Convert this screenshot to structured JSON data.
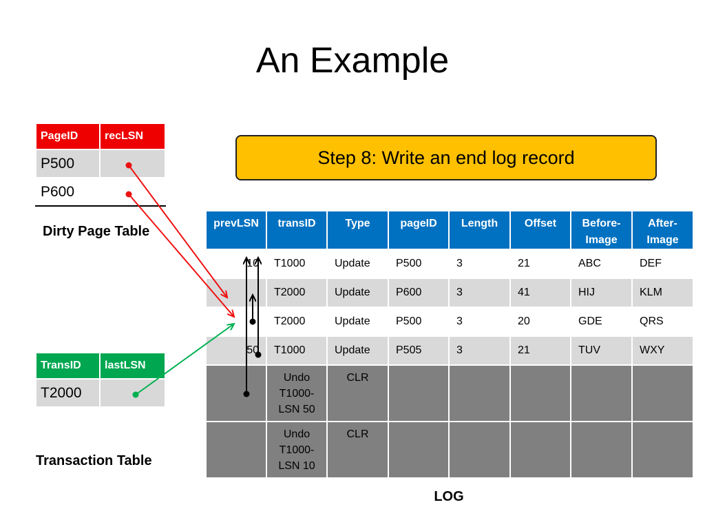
{
  "title": "An Example",
  "step_banner": "Step 8: Write an end log record",
  "dirty_page_table": {
    "caption": "Dirty Page Table",
    "headers": [
      "PageID",
      "recLSN"
    ],
    "rows": [
      [
        "P500",
        ""
      ],
      [
        "P600",
        ""
      ]
    ]
  },
  "transaction_table": {
    "caption": "Transaction Table",
    "headers": [
      "TransID",
      "lastLSN"
    ],
    "rows": [
      [
        "T2000",
        ""
      ]
    ]
  },
  "log": {
    "caption": "LOG",
    "headers": [
      "prevLSN",
      "transID",
      "Type",
      "pageID",
      "Length",
      "Offset",
      "Before-Image",
      "After-Image"
    ],
    "rows": [
      [
        "10",
        "T1000",
        "Update",
        "P500",
        "3",
        "21",
        "ABC",
        "DEF"
      ],
      [
        "",
        "T2000",
        "Update",
        "P600",
        "3",
        "41",
        "HIJ",
        "KLM"
      ],
      [
        "",
        "T2000",
        "Update",
        "P500",
        "3",
        "20",
        "GDE",
        "QRS"
      ],
      [
        "50",
        "T1000",
        "Update",
        "P505",
        "3",
        "21",
        "TUV",
        "WXY"
      ],
      [
        "",
        "Undo T1000-LSN 50",
        "CLR",
        "",
        "",
        "",
        "",
        ""
      ],
      [
        "",
        "Undo T1000-LSN 10",
        "CLR",
        "",
        "",
        "",
        "",
        ""
      ]
    ]
  },
  "colors": {
    "dpt_header": "#ee0000",
    "txn_header": "#00a650",
    "log_header": "#0070c0",
    "banner": "#ffc000",
    "pointer_red": "#ee1111",
    "pointer_green": "#00b050"
  }
}
